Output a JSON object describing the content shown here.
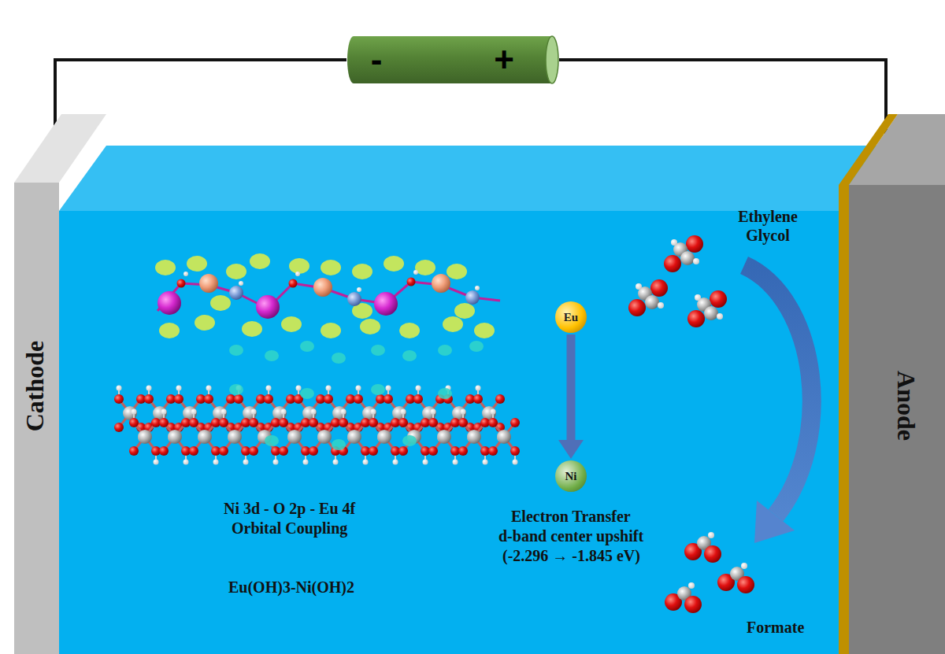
{
  "diagram": {
    "nodes": [
      {
        "text": [
          "-",
          "+"
        ]
      },
      {
        "text": [
          "Cathode"
        ]
      },
      {
        "text": [
          "Eu"
        ]
      },
      {
        "text": [
          "Ni"
        ]
      },
      {
        "text": [
          "Anode"
        ]
      }
    ],
    "edges": [
      {
        "from": 0,
        "to": 1,
        "arrow": "none"
      },
      {
        "from": 0,
        "to": 4,
        "arrow": "none"
      },
      {
        "from": 2,
        "to": 3,
        "arrow": "to"
      }
    ],
    "labels": [
      "Ethylene Glycol",
      "Ni 3d - O 2p - Eu 4f",
      "Orbital Coupling",
      "Electron Transfer",
      "d-band center upshift",
      "(-2.296 → -1.845 eV)",
      "Eu(OH)3-Ni(OH)2",
      "Formate"
    ]
  }
}
